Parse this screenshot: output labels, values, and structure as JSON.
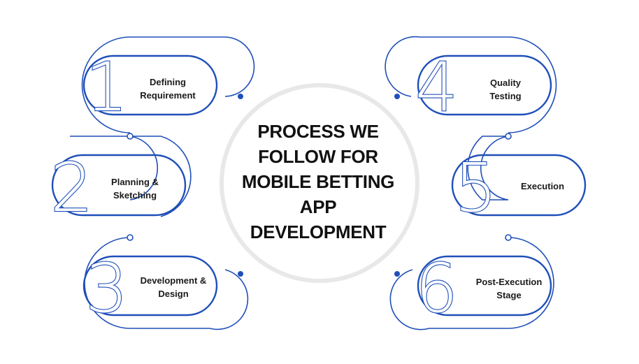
{
  "title": {
    "lines": [
      "PROCESS WE",
      "FOLLOW FOR",
      "MOBILE BETTING",
      "APP",
      "DEVELOPMENT"
    ]
  },
  "steps": [
    {
      "number": "1",
      "lines": [
        "Defining",
        "Requirement"
      ]
    },
    {
      "number": "2",
      "lines": [
        "Planning &",
        "Sketching"
      ]
    },
    {
      "number": "3",
      "lines": [
        "Development &",
        "Design"
      ]
    },
    {
      "number": "4",
      "lines": [
        "Quality",
        "Testing"
      ]
    },
    {
      "number": "5",
      "lines": [
        "Execution"
      ]
    },
    {
      "number": "6",
      "lines": [
        "Post-Execution",
        "Stage"
      ]
    }
  ],
  "colors": {
    "outline": "#1f4fb8",
    "dot": "#1f4fb8",
    "circle_border": "#e6e6e6",
    "text": "#111111"
  }
}
